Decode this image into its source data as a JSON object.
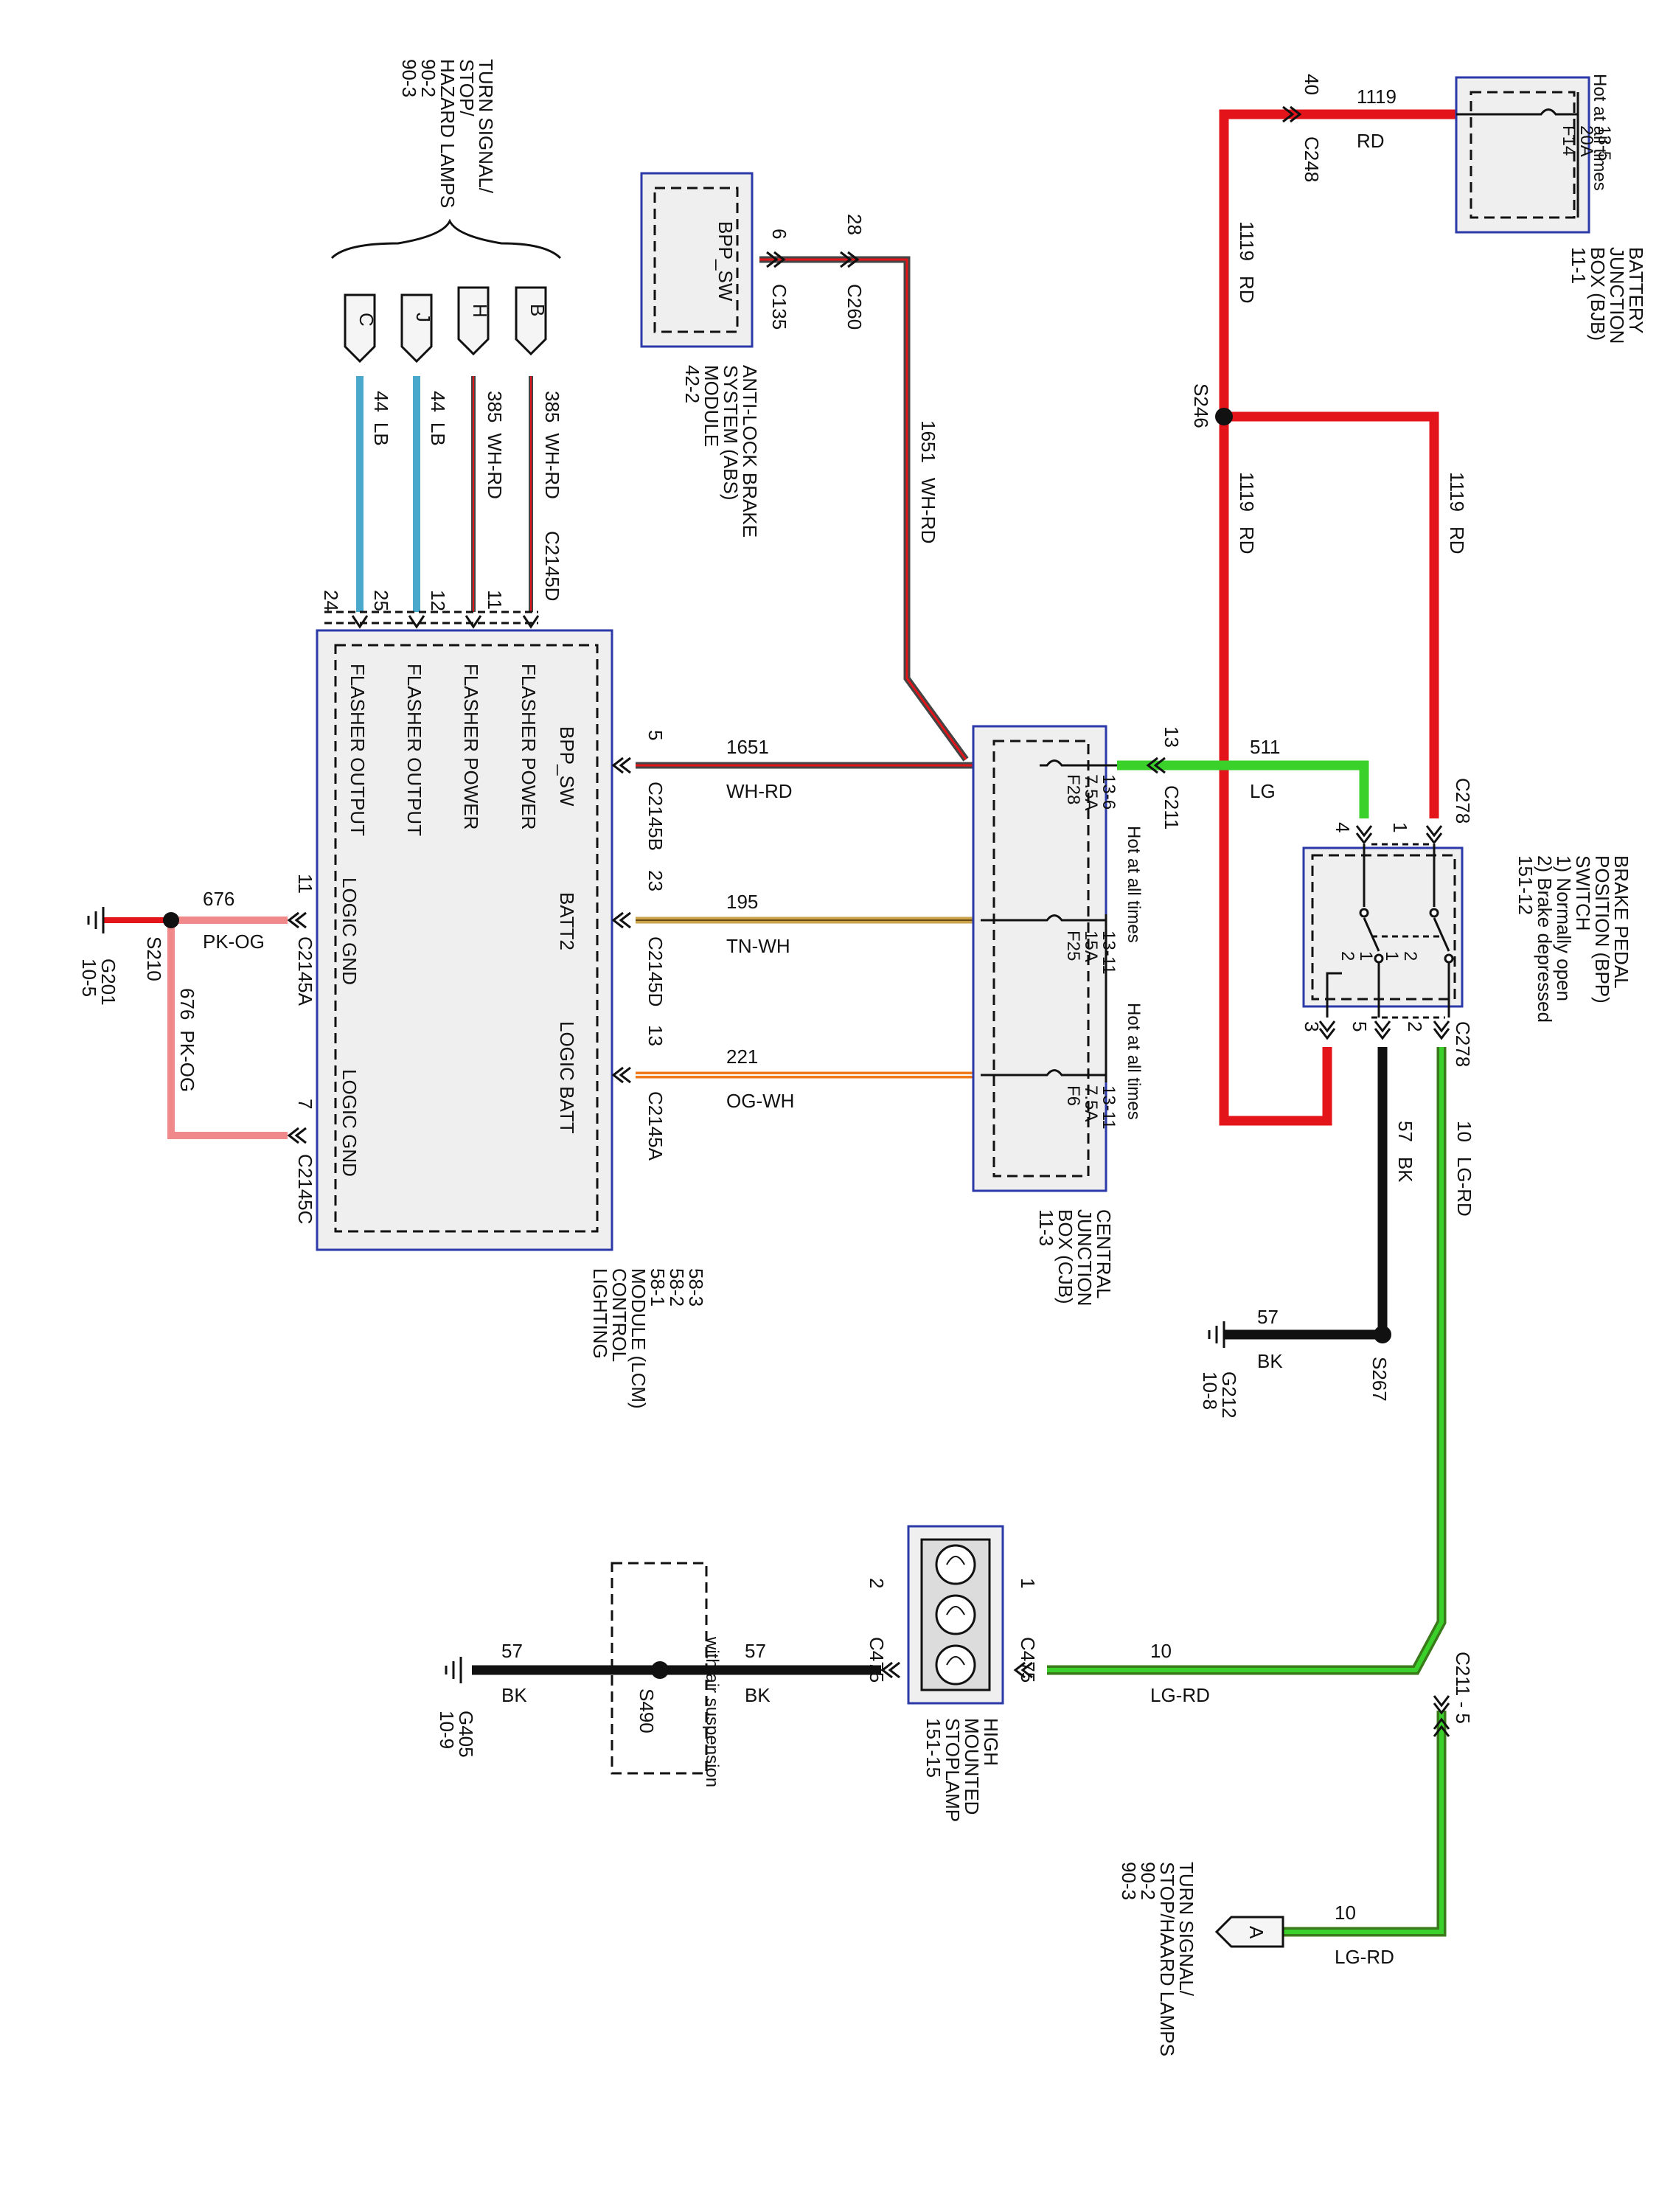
{
  "modules": {
    "lcm": {
      "name_lines": [
        "LIGHTING",
        "CONTROL",
        "MODULE (LCM)",
        "58-1",
        "58-2",
        "58-3"
      ],
      "pins": [
        "FLASHER POWER",
        "FLASHER POWER",
        "FLASHER OUTPUT",
        "FLASHER OUTPUT",
        "BPP_SW",
        "BATT2",
        "LOGIC BATT",
        "LOGIC GND",
        "LOGIC GND"
      ]
    },
    "cjb": {
      "name_lines": [
        "CENTRAL",
        "JUNCTION",
        "BOX (CJB)",
        "11-3"
      ],
      "hot": [
        "Hot at all times",
        "Hot at all times"
      ],
      "fuses": [
        {
          "lines": [
            "F28",
            "7.5A",
            "13-6"
          ]
        },
        {
          "lines": [
            "F25",
            "15A",
            "13-11"
          ]
        },
        {
          "lines": [
            "F6",
            "7.5A",
            "13-11"
          ]
        }
      ]
    },
    "bjb": {
      "name_lines": [
        "BATTERY",
        "JUNCTION",
        "BOX (BJB)",
        "11-1"
      ],
      "hot": "Hot at all times",
      "fuse": [
        "F14",
        "20A",
        "13-5"
      ]
    },
    "abs": {
      "name_lines": [
        "ANTI-LOCK BRAKE",
        "SYSTEM (ABS)",
        "MODULE",
        "42-2"
      ],
      "pin": "BPP_SW"
    },
    "bpp": {
      "name_lines": [
        "BRAKE PEDAL",
        "POSITION (BPP)",
        "SWITCH",
        "1) Normally open",
        "2) Brake depressed",
        "151-12"
      ]
    },
    "hmsl": {
      "name_lines": [
        "HIGH",
        "MOUNTED",
        "STOPLAMP",
        "151-15"
      ]
    },
    "turn_top": {
      "name_lines": [
        "TURN SIGNAL/",
        "STOP/",
        "HAZARD LAMPS",
        "90-2",
        "90-3"
      ]
    },
    "turn_bottom": {
      "name_lines": [
        "TURN SIGNAL/",
        "STOP/HAARD LAMPS",
        "90-2",
        "90-3"
      ]
    }
  },
  "connectors": {
    "C": "C",
    "J": "J",
    "H": "H",
    "B": "B",
    "A": "A",
    "c2145d_top": "C2145D",
    "c2145b": "C2145B",
    "c2145d": "C2145D",
    "c2145a_right": "C2145A",
    "c2145a_left": "C2145A",
    "c2145c": "C2145C",
    "c135": "C135",
    "c260": "C260",
    "c248": "C248",
    "c211": "C211",
    "c278_top": "C278",
    "c278_bot": "C278",
    "c211_5": "C211 - 5",
    "c475_1": "C475",
    "c475_2": "C475"
  },
  "pins": {
    "p24": "24",
    "p25": "25",
    "p12": "12",
    "p11": "11",
    "p5": "5",
    "p23": "23",
    "p13": "13",
    "p11b": "11",
    "p7": "7",
    "p6": "6",
    "p28": "28",
    "p40": "40",
    "p13b": "13",
    "s4": "4",
    "s1": "1",
    "s3": "3",
    "s5": "5",
    "s2": "2",
    "s1b": "1",
    "s2b": "2",
    "h1": "1",
    "h2": "2"
  },
  "splices": {
    "s246": "S246",
    "s267": "S267",
    "s210": "S210",
    "s490": "S490"
  },
  "grounds": [
    {
      "name": "G201",
      "ref": "10-5"
    },
    {
      "name": "G212",
      "ref": "10-8"
    },
    {
      "name": "G405",
      "ref": "10-9"
    }
  ],
  "wires": {
    "w385a": {
      "circuit": "385",
      "color": "WH-RD"
    },
    "w385b": {
      "circuit": "385",
      "color": "WH-RD"
    },
    "w44a": {
      "circuit": "44",
      "color": "LB"
    },
    "w44b": {
      "circuit": "44",
      "color": "LB"
    },
    "w1651a": {
      "circuit": "1651",
      "color": "WH-RD"
    },
    "w1651b": {
      "circuit": "1651",
      "color": "WH-RD"
    },
    "w195": {
      "circuit": "195",
      "color": "TN-WH"
    },
    "w221": {
      "circuit": "221",
      "color": "OG-WH"
    },
    "w676a": {
      "circuit": "676",
      "color": "PK-OG"
    },
    "w676b": {
      "circuit": "676",
      "color": "PK-OG"
    },
    "w1119a": {
      "circuit": "1119",
      "color": "RD"
    },
    "w1119b": {
      "circuit": "1119",
      "color": "RD"
    },
    "w1119c": {
      "circuit": "1119",
      "color": "RD"
    },
    "w1119d": {
      "circuit": "1119",
      "color": "RD"
    },
    "w511": {
      "circuit": "511",
      "color": "LG"
    },
    "w57a": {
      "circuit": "57",
      "color": "BK"
    },
    "w57b": {
      "circuit": "57",
      "color": "BK"
    },
    "w57c": {
      "circuit": "57",
      "color": "BK"
    },
    "w57d": {
      "circuit": "57",
      "color": "BK"
    },
    "w10a": {
      "circuit": "10",
      "color": "LG-RD"
    },
    "w10b": {
      "circuit": "10",
      "color": "LG-RD"
    },
    "w10c": {
      "circuit": "10",
      "color": "LG-RD"
    }
  },
  "notes": {
    "air": "with air suspension"
  },
  "colors": {
    "red": "#e4141b",
    "light_blue": "#4aa8cc",
    "light_green": "#39d12a",
    "black": "#111111",
    "box_border": "#2b3aa8",
    "box_fill": "#efefef",
    "tan": "#c9a24a",
    "orange": "#f07a1a",
    "pink": "#f08a8a"
  }
}
